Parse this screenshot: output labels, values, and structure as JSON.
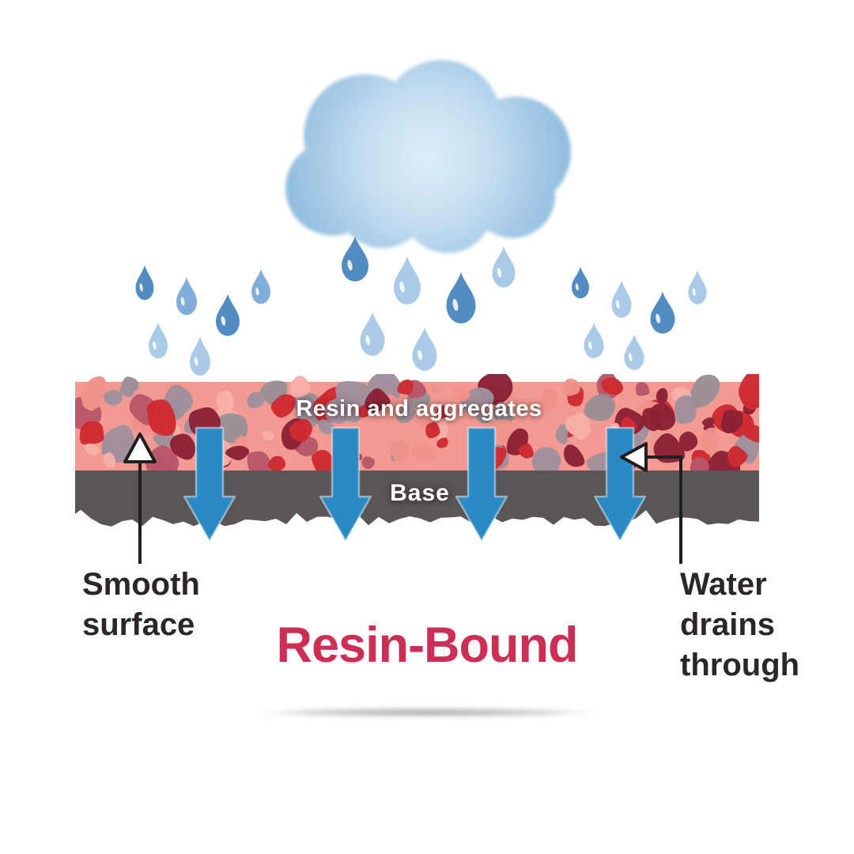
{
  "diagram": {
    "title": "Resin-Bound",
    "title_color": "#cd2e55",
    "layers": [
      {
        "label": "Resin and aggregates",
        "fill": "#f29a92"
      },
      {
        "label": "Base",
        "fill": "#5a5657"
      }
    ],
    "callouts": [
      {
        "id": "smooth-surface",
        "lines": [
          "Smooth",
          "surface"
        ]
      },
      {
        "id": "water-drains-through",
        "lines": [
          "Water",
          "drains",
          "through"
        ]
      }
    ],
    "flow_arrow_color": "#2b8ac5",
    "cloud_colors": {
      "edge": "#8fbcdd",
      "mid": "#bcd9ee",
      "center": "#dcedf8"
    },
    "drop_colors": {
      "dark": "#4c87c1",
      "mid": "#7babd7",
      "light": "#a7c9e6"
    },
    "pebble_colors": [
      "#ce2a32",
      "#8b2136",
      "#a08f9d",
      "#998f96",
      "#ef9289",
      "#f7b0a8",
      "#b9566a"
    ],
    "pointer_color": "#1f1f1f",
    "text_color": "#2b2728"
  }
}
